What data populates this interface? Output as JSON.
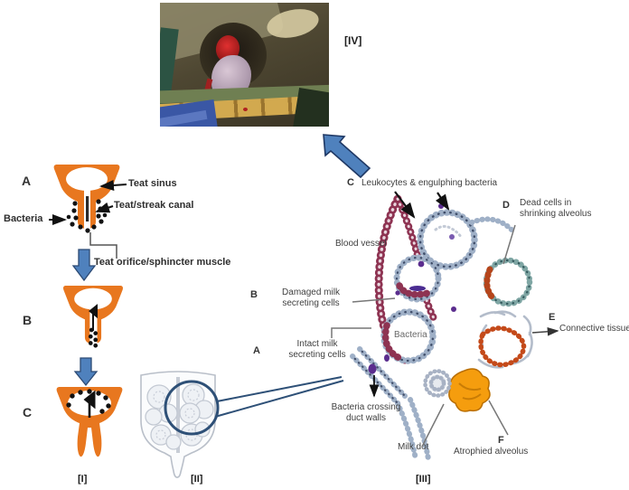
{
  "figure": {
    "panel_i": "[I]",
    "panel_ii": "[II]",
    "panel_iii": "[III]",
    "panel_iv": "[IV]"
  },
  "teat_sequence": {
    "stage_a": "A",
    "stage_b": "B",
    "stage_c": "C",
    "label_teat_sinus": "Teat sinus",
    "label_teat_streak_canal": "Teat/streak canal",
    "label_bacteria": "Bacteria",
    "label_teat_orifice": "Teat orifice/sphincter muscle"
  },
  "histology": {
    "key_a": "A",
    "key_b": "B",
    "key_c": "C",
    "key_d": "D",
    "key_e": "E",
    "key_f": "F",
    "label_c": "Leukocytes & engulphing bacteria",
    "label_d": "Dead cells in shrinking alveolus",
    "label_blood_vessel": "Blood vessel",
    "label_b": "Damaged milk secreting cells",
    "label_a": "Intact milk secreting cells",
    "label_bacteria_inner": "Bacteria",
    "label_e": "Connective tissue",
    "label_bacteria_crossing": "Bacteria crossing duct walls",
    "label_milk_dot": "Milk dot",
    "label_f": "Atrophied alveolus"
  },
  "colors": {
    "teat_orange": "#E8771F",
    "arrow_blue": "#4F81BD",
    "arrow_outline": "#1F3864",
    "magnifier_navy": "#2E5077",
    "vessel_maroon": "#8E3352",
    "cell_gray_blue": "#9FB0C7",
    "leukocyte_purple": "#5B2D8E",
    "dead_cell_rust": "#B5451B",
    "atrophied_orange": "#F59D0E",
    "text": "#3A3A3A"
  }
}
